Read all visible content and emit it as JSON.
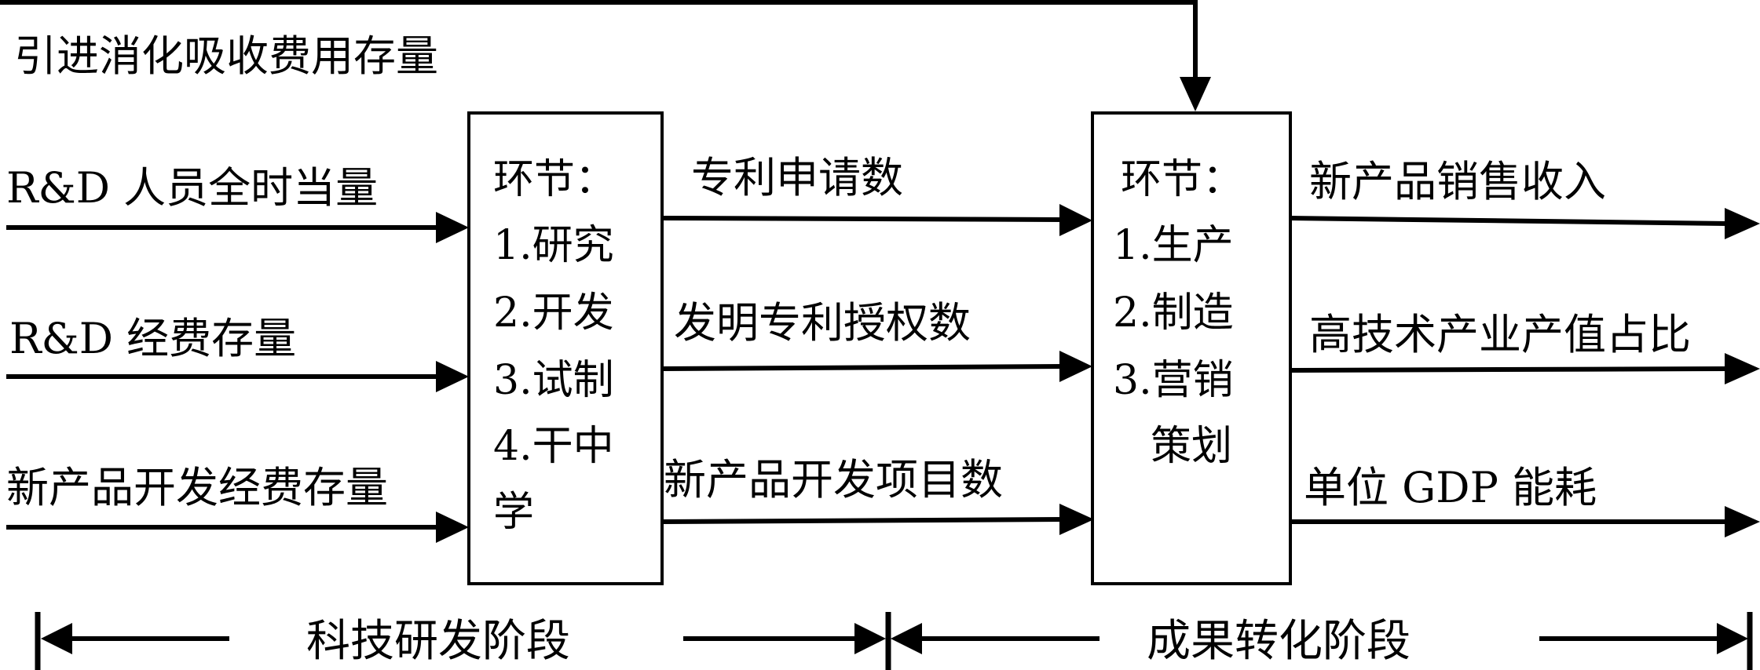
{
  "top_input": "引进消化吸收费用存量",
  "rd_inputs": [
    "R&D 人员全时当量",
    "R&D 经费存量",
    "新产品开发经费存量"
  ],
  "rd_box": {
    "title": "环节：",
    "lines": [
      "1.研究",
      "2.开发",
      "3.试制",
      "4.干中",
      "学"
    ]
  },
  "middle_outputs": [
    "专利申请数",
    "发明专利授权数",
    "新产品开发项目数"
  ],
  "transfer_box": {
    "title": "环节：",
    "lines": [
      "1.生产",
      "2.制造",
      "3.营销",
      "策划"
    ]
  },
  "final_outputs": [
    "新产品销售收入",
    "高技术产业产值占比",
    "单位 GDP 能耗"
  ],
  "stages": [
    "科技研发阶段",
    "成果转化阶段"
  ]
}
